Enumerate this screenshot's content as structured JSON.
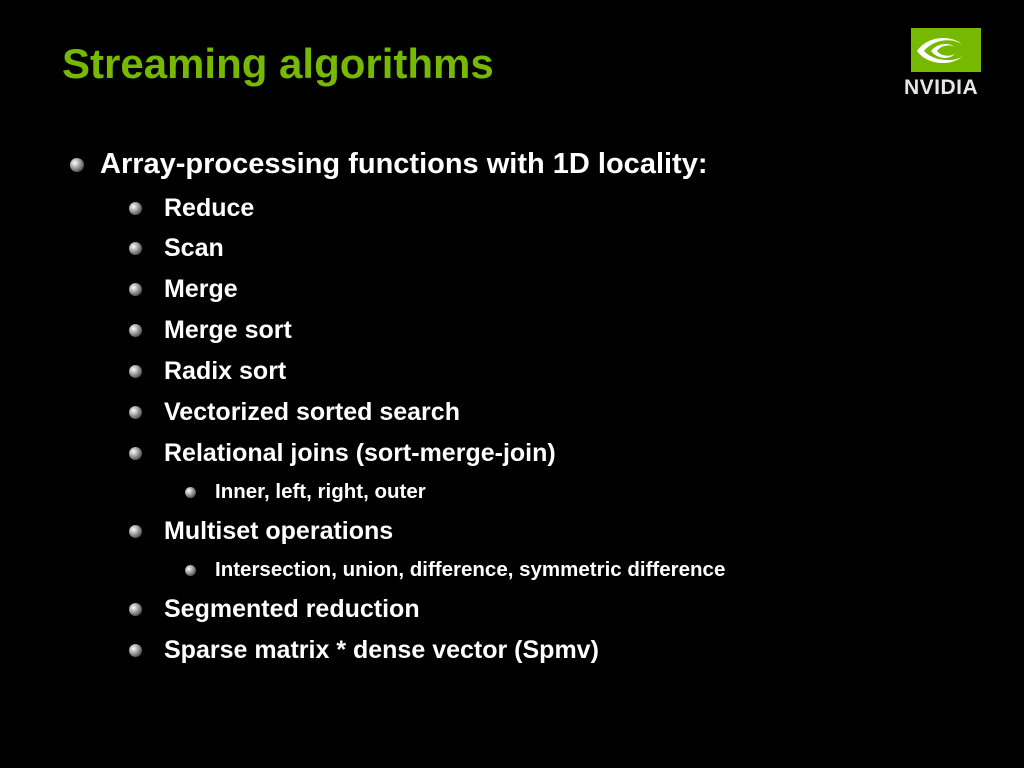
{
  "slide": {
    "title": "Streaming algorithms"
  },
  "logo": {
    "text": "NVIDIA",
    "icon": "nvidia-eye-icon",
    "color": "#76b900"
  },
  "colors": {
    "background": "#000000",
    "title": "#76b900",
    "text": "#ffffff"
  },
  "bullets": {
    "heading": "Array-processing functions with 1D locality:",
    "items": [
      "Reduce",
      "Scan",
      "Merge",
      "Merge sort",
      "Radix sort",
      "Vectorized sorted search",
      "Relational joins (sort-merge-join)",
      "Multiset operations",
      "Segmented reduction",
      "Sparse matrix * dense vector (Spmv)"
    ],
    "joins_sub": "Inner, left, right, outer",
    "multiset_sub": "Intersection, union, difference, symmetric difference"
  }
}
